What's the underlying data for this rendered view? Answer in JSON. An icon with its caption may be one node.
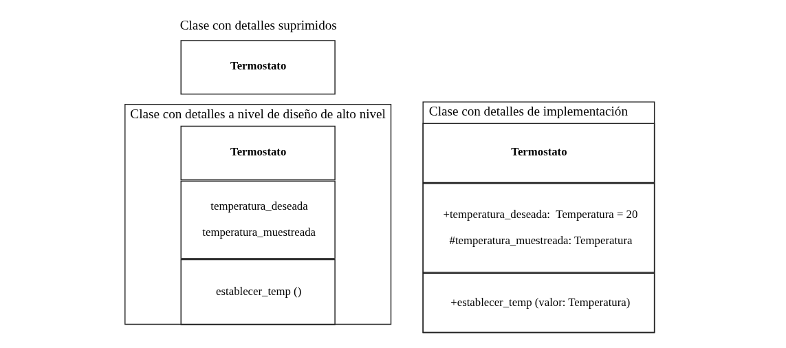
{
  "diagram": {
    "nodes": [
      {
        "text": [
          "Clase con detalles a nivel de diseño de alto nivel"
        ]
      },
      {
        "text": [
          "Termostato"
        ],
        "in": 0
      },
      {
        "text": [
          "temperatura_deseada",
          "temperatura_muestreada"
        ],
        "in": 0
      },
      {
        "text": [
          "establecer_temp ()"
        ],
        "in": 0
      },
      {
        "text": [
          "Termostato"
        ],
        "beside": [
          "Clase con detalles suprimidos"
        ]
      },
      {
        "text": [
          "Clase con detalles de implementación"
        ]
      },
      {
        "text": [
          "Termostato"
        ],
        "in": 5
      },
      {
        "text": [
          "+temperatura_deseada:  Temperatura = 20",
          "#temperatura_muestreada: Temperatura"
        ],
        "in": 5
      },
      {
        "text": [
          "+establecer_temp (valor: Temperatura)"
        ],
        "in": 5
      }
    ],
    "edges": []
  }
}
